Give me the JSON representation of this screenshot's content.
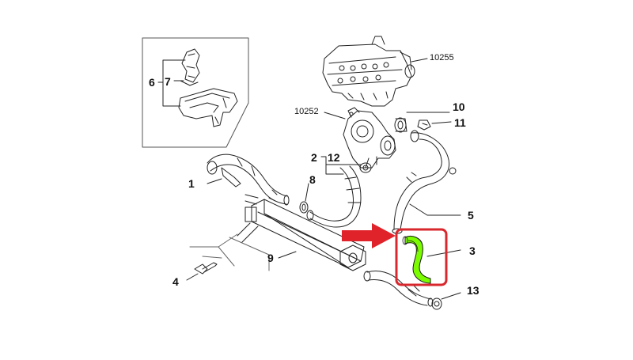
{
  "diagram": {
    "callouts": {
      "c6": "6",
      "c7": "7",
      "c10255": "10255",
      "c10252": "10252",
      "c10": "10",
      "c11": "11",
      "c2": "2",
      "c12": "12",
      "c1": "1",
      "c8": "8",
      "c5": "5",
      "c9": "9",
      "c3": "3",
      "c4": "4",
      "c13": "13"
    },
    "highlight": {
      "part_color": "#7CFC00",
      "frame_color": "#d8282e",
      "arrow_color": "#e0232a"
    }
  }
}
